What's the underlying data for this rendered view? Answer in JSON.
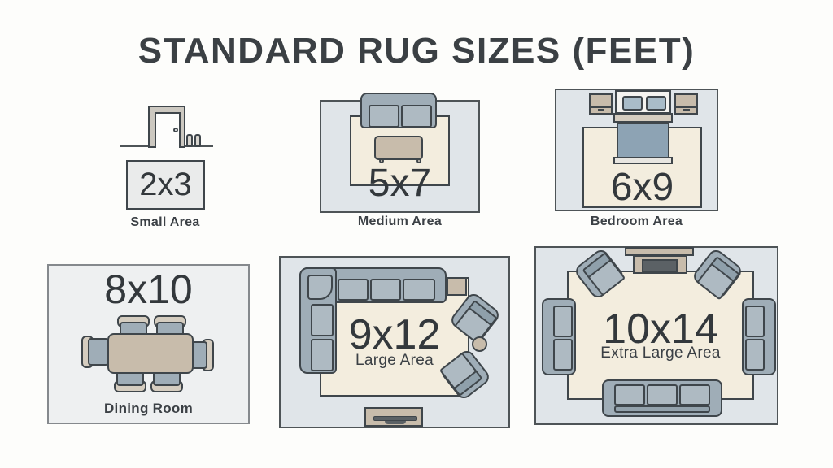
{
  "title": "STANDARD RUG SIZES (FEET)",
  "panels": {
    "small": {
      "size": "2x3",
      "label": "Small Area"
    },
    "medium": {
      "size": "5x7",
      "label": "Medium Area"
    },
    "bedroom": {
      "size": "6x9",
      "label": "Bedroom Area"
    },
    "dining": {
      "size": "8x10",
      "label": "Dining Room"
    },
    "large": {
      "size": "9x12",
      "label": "Large Area"
    },
    "xlarge": {
      "size": "10x14",
      "label": "Extra Large Area"
    }
  },
  "furniture": {
    "small": [
      "door",
      "pair-of-shoes"
    ],
    "medium": [
      "two-seat-sofa",
      "ottoman"
    ],
    "bedroom": [
      "bed-with-pillows",
      "nightstand-left",
      "nightstand-right"
    ],
    "dining": [
      "dining-table",
      "six-chairs"
    ],
    "large": [
      "l-shaped-sectional",
      "side-table",
      "two-armchairs",
      "round-table",
      "tv-console"
    ],
    "xlarge": [
      "fireplace-console",
      "two-armchairs",
      "left-sofa",
      "right-sofa",
      "bottom-sofa"
    ]
  },
  "colors": {
    "background": "#fdfdfb",
    "ink_outline": "#3f464b",
    "room_bluegray": "#e0e5e9",
    "room_lightgray": "#eef0f1",
    "rug_cream": "#f3edde",
    "rug_gray": "#eaebeb",
    "sofa_shell": "#9fadb7",
    "sofa_cushion": "#aebac2",
    "furniture_tan": "#c8bcab",
    "duvet_blue": "#8da3b4",
    "screen_dark": "#5b6165"
  }
}
